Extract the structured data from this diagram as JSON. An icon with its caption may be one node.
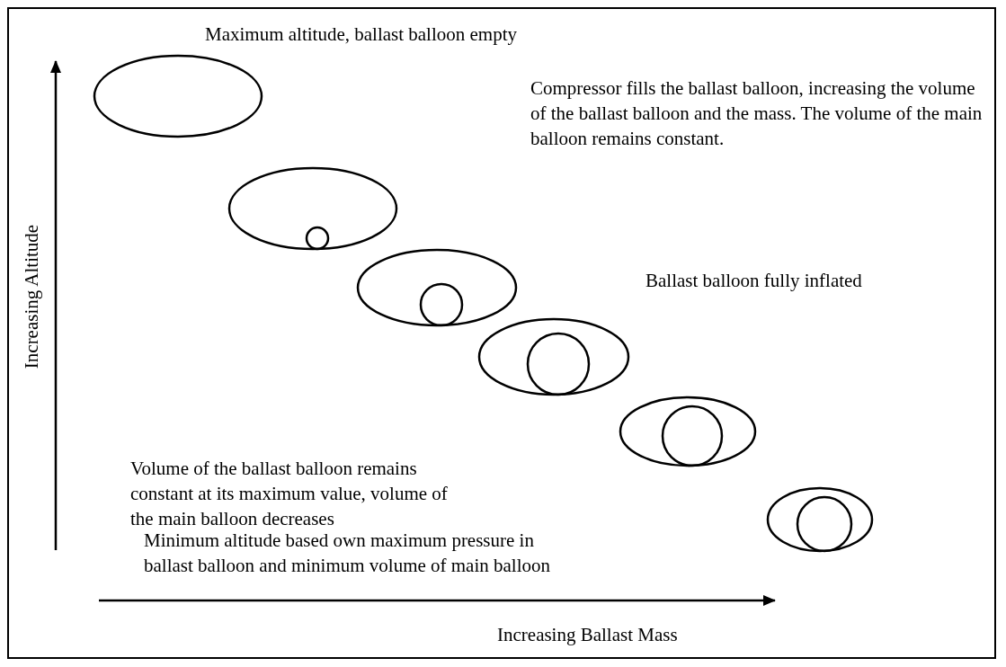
{
  "diagram": {
    "labels": [
      "Maximum altitude, ballast balloon empty",
      "Compressor fills the ballast balloon, increasing the volume of the ballast balloon and the mass. The volume of the main balloon remains constant.",
      "Increasing Altitude",
      "Ballast balloon fully inflated",
      "Volume of the ballast balloon remains constant at its maximum value, volume of the main balloon decreases",
      "Minimum altitude based own maximum pressure in ballast balloon and minimum volume of main balloon",
      "Increasing Ballast Mass"
    ]
  }
}
